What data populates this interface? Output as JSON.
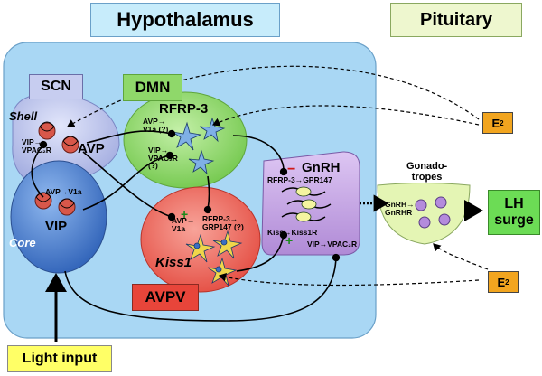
{
  "headers": {
    "hypothalamus": "Hypothalamus",
    "pituitary": "Pituitary"
  },
  "regions": {
    "scn": "SCN",
    "shell": "Shell",
    "core": "Core",
    "avp": "AVP",
    "vip": "VIP",
    "dmn": "DMN",
    "rfrp3": "RFRP-3",
    "kiss1": "Kiss1",
    "avpv": "AVPV",
    "gnrh": "GnRH",
    "gonadotropes": "Gonado-\ntropes",
    "lh_surge": "LH\nsurge",
    "light_input": "Light input"
  },
  "receptor_labels": {
    "scn_vip_vpac2r": "VIP→\nVPAC₂R",
    "scn_avp_v1a": "AVP→V1a",
    "dmn_avp_v1a": "AVP→\nV1a (?)",
    "dmn_vip_vpac2r": "VIP→\nVPAC₂R\n(?)",
    "kiss_avp_v1a": "AVP→\nV1a",
    "kiss_rfrp_gpr147": "RFRP-3→\nGRP147 (?)",
    "gnrh_rfrp_gpr147": "RFRP-3→GPR147",
    "gnrh_kiss_kiss1r": "Kiss→Kiss1R",
    "gnrh_vip_vpac2r": "VIP→VPAC₂R",
    "gonado_gnrh_gnrhr": "GnRH→\nGnRHR"
  },
  "e2_label": "E",
  "e2_sub": "2",
  "signs": {
    "plus": "+",
    "minus": "−"
  },
  "colors": {
    "hypothalamus_bg": "#a9d7f4",
    "header_bg": "#c7ecfb",
    "pituitary_header_bg": "#eef7cf",
    "shell": "#c7cdf0",
    "core": "#4a7fcf",
    "dmn": "#8fd86a",
    "kiss1_region": "#f06658",
    "avpv_box": "#e8453a",
    "gnrh": "#c9a7e6",
    "gonadotropes": "#e4f5b4",
    "lh_surge": "#6cdc55",
    "light_input": "#ffff66",
    "e2": "#f2a51f"
  }
}
